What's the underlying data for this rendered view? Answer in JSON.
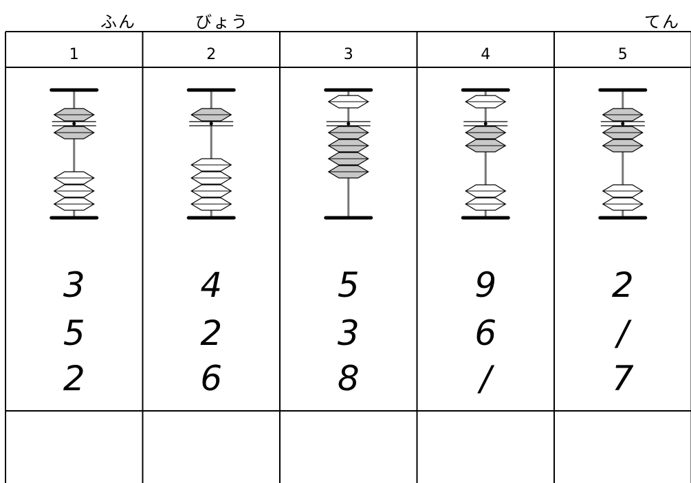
{
  "header": {
    "minutes_label": "ふん",
    "seconds_label": "びょう",
    "score_label": "てん"
  },
  "columns": [
    {
      "label": "1",
      "abacus_value": 6,
      "addends": [
        "3",
        "5",
        "2"
      ]
    },
    {
      "label": "2",
      "abacus_value": 5,
      "addends": [
        "4",
        "2",
        "6"
      ]
    },
    {
      "label": "3",
      "abacus_value": 4,
      "addends": [
        "5",
        "3",
        "8"
      ]
    },
    {
      "label": "4",
      "abacus_value": 2,
      "addends": [
        "9",
        "6",
        "/"
      ]
    },
    {
      "label": "5",
      "abacus_value": 7,
      "addends": [
        "2",
        "/",
        "7"
      ]
    }
  ],
  "colors": {
    "bead_active": "#c8c8c8",
    "bead_inactive": "#ffffff",
    "line": "#000000"
  }
}
